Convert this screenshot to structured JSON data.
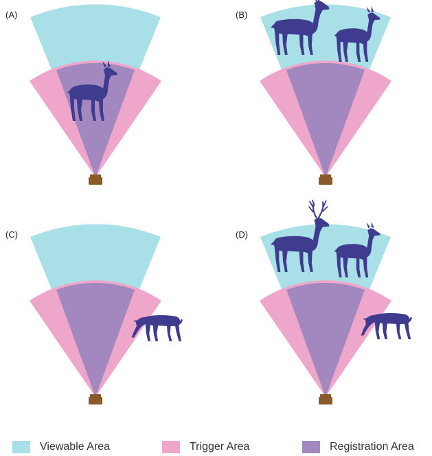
{
  "colors": {
    "viewable": "#a9dfe6",
    "trigger": "#eea6cb",
    "registration": "#a387bf",
    "deer": "#3f3b8f",
    "camera": "#8a5a2b"
  },
  "panels": [
    {
      "label": "(A)",
      "scene": "doe-inside-registration"
    },
    {
      "label": "(B)",
      "scene": "deer-in-viewable-only"
    },
    {
      "label": "(C)",
      "scene": "deer-in-trigger-only"
    },
    {
      "label": "(D)",
      "scene": "deer-in-viewable-and-trigger"
    }
  ],
  "legend": [
    {
      "label": "Viewable Area",
      "color_key": "viewable"
    },
    {
      "label": "Trigger Area",
      "color_key": "trigger"
    },
    {
      "label": "Registration Area",
      "color_key": "registration"
    }
  ]
}
